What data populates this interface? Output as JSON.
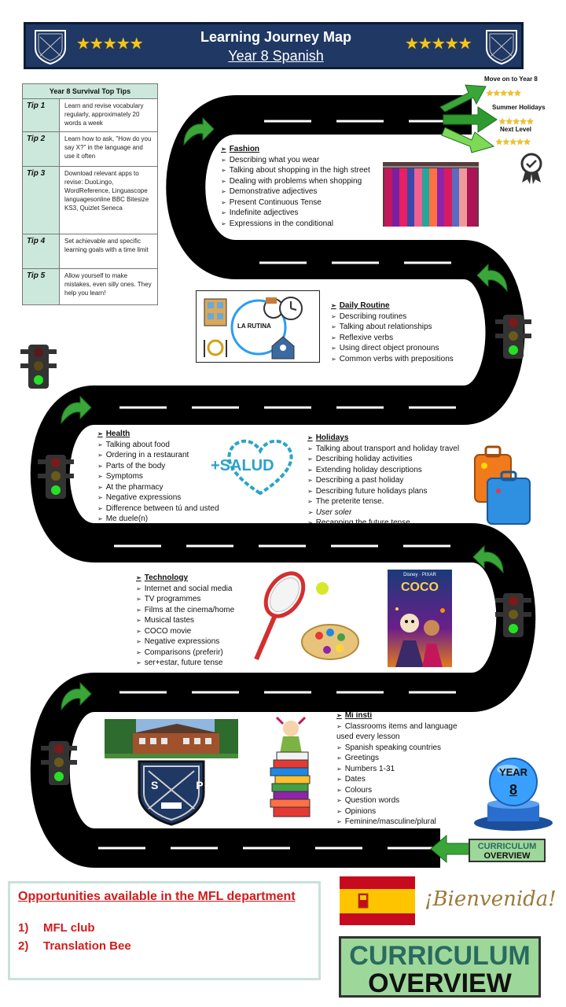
{
  "header": {
    "title": "Learning Journey Map",
    "subtitle": "Year 8 Spanish",
    "stars": "★★★★★",
    "logo_text": "S P"
  },
  "tips": {
    "heading": "Year 8 Survival Top Tips",
    "rows": [
      {
        "label": "Tip 1",
        "text": "Learn and revise vocabulary regularly, approximately 20 words a week"
      },
      {
        "label": "Tip 2",
        "text": "Learn how to ask, \"How do you say X?\" in the language and use it often"
      },
      {
        "label": "Tip 3",
        "text": "Download relevant apps to revise: DuoLingo, WordReference, Linguascope languagesonline BBC Bitesize KS3, Quizlet Seneca"
      },
      {
        "label": "Tip 4",
        "text": "Set achievable and specific learning goals with a time limit"
      },
      {
        "label": "Tip 5",
        "text": "Allow yourself to make mistakes, even silly ones. They help you learn!"
      }
    ]
  },
  "next_steps": {
    "move_on": "Move on to Year 8",
    "summer": "Summer Holidays",
    "next_level": "Next Level",
    "stars": "★★★★★"
  },
  "topics": {
    "fashion": {
      "title": "Fashion",
      "items": [
        "Describing what you wear",
        "Talking about shopping in the high street",
        "Dealing with problems when shopping",
        "Demonstrative adjectives",
        "Present Continuous Tense",
        "Indefinite adjectives",
        "Expressions in the conditional"
      ]
    },
    "daily_routine": {
      "title": "Daily Routine",
      "items": [
        "Describing routines",
        "Talking about relationships",
        "Reflexive verbs",
        "Using direct object pronouns",
        "Common verbs with prepositions"
      ]
    },
    "health": {
      "title": "Health",
      "items": [
        "Talking about food",
        "Ordering in a restaurant",
        "Parts of the body",
        "Symptoms",
        "At the pharmacy",
        "Negative expressions",
        "Difference between tú and usted",
        "Me duele(n)"
      ]
    },
    "holidays": {
      "title": "Holidays",
      "items": [
        "Talking about transport and holiday travel",
        "Describing holiday activities",
        "Extending holiday descriptions",
        "Describing a past holiday",
        "Describing future holidays plans",
        "The preterite tense.",
        "User soler",
        "Recapping the future tense."
      ]
    },
    "technology": {
      "title": "Technology",
      "items": [
        "Internet and social media",
        "TV programmes",
        "Films at the cinema/home",
        "Musical tastes",
        "COCO movie",
        "Negative expressions",
        "Comparisons (preferir)",
        "ser+estar, future tense"
      ]
    },
    "mi_insti": {
      "title": "Mi insti",
      "items": [
        "Classrooms items and language used every lesson",
        "Spanish speaking countries",
        "Greetings",
        "Numbers 1-31",
        "Dates",
        "Colours",
        "Question words",
        "Opinions",
        "Feminine/masculine/plural"
      ]
    }
  },
  "images": {
    "rutina_label": "LA RUTINA",
    "salud_label": "+SALUD",
    "coco_label": "COCO",
    "coco_brand": "Disney · PIXAR",
    "year_label": "YEAR",
    "year_number": "8",
    "bienvenida": "¡Bienvenida!"
  },
  "badge_small": {
    "line1": "CURRICULUM",
    "line2": "OVERVIEW"
  },
  "badge_big": {
    "line1": "CURRICULUM",
    "line2": "OVERVIEW"
  },
  "opportunities": {
    "title": "Opportunities available in the MFL department",
    "items": [
      {
        "num": "1)",
        "text": "MFL club"
      },
      {
        "num": "2)",
        "text": "Translation Bee"
      }
    ]
  },
  "colors": {
    "header_bg": "#1f3864",
    "road": "#000000",
    "arrow_green": "#3aa63a",
    "opportunity_red": "#d11b1b",
    "table_header": "#cce8dd",
    "spain_red": "#c60b1e",
    "spain_yellow": "#ffc400"
  }
}
